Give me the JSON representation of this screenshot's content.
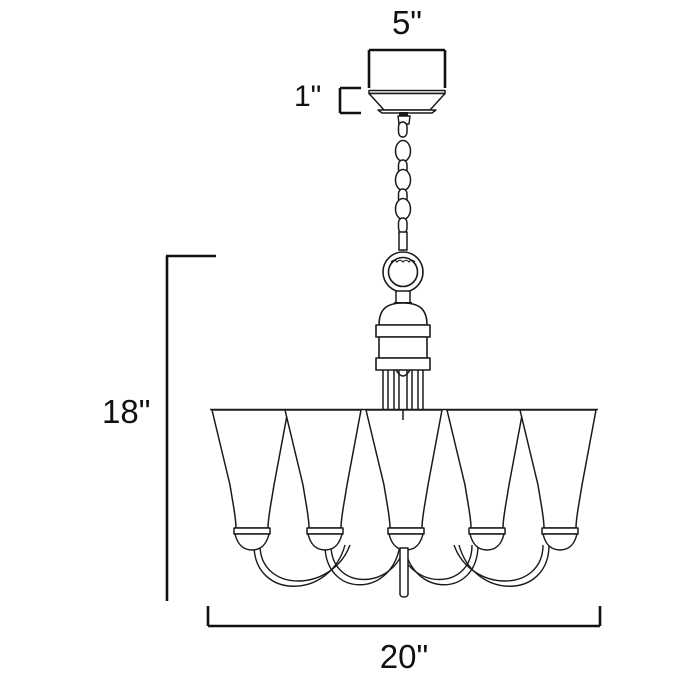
{
  "diagram": {
    "title": "Chandelier dimension drawing",
    "subject": "five-light chandelier",
    "line_color": "#1a1a1a",
    "dimension_color": "#111111",
    "background_color": "#ffffff",
    "unit": "inches"
  },
  "dimensions": {
    "canopy_width": "5\"",
    "canopy_height": "1\"",
    "fixture_height": "18\"",
    "fixture_width": "20\""
  },
  "parts": {
    "canopy": "canopy",
    "chain": "hanging-chain",
    "loop": "hanging-loop",
    "body": "center-body",
    "rods": "support-rods",
    "shades": "glass-shades",
    "arms": "curved-arms",
    "finial": "center-finial"
  },
  "counts": {
    "shades": 5,
    "chain_links": 9
  }
}
